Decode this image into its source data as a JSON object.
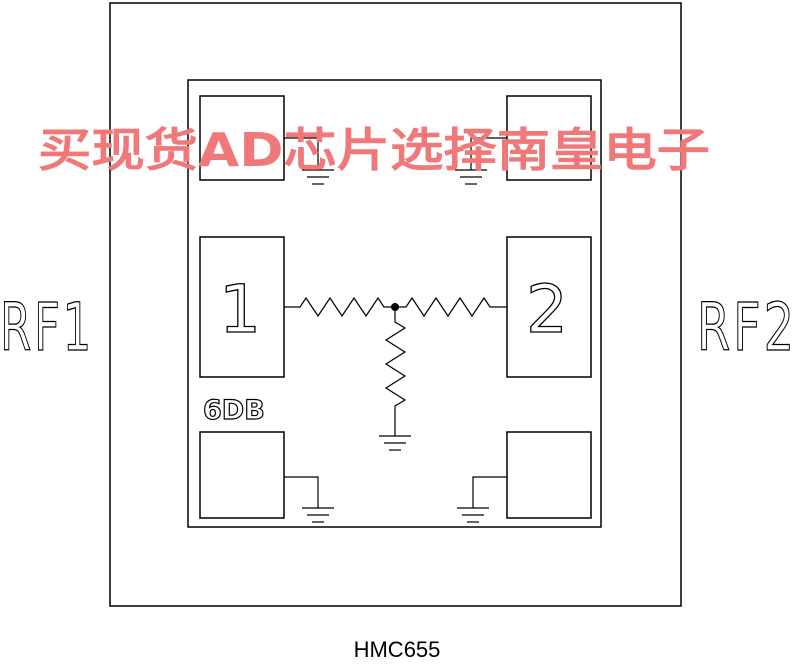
{
  "ports": {
    "left": "RF1",
    "right": "RF2"
  },
  "pins": {
    "pin1": "1",
    "pin2": "2"
  },
  "attenuation_label": "6DB",
  "part_number": "HMC655",
  "watermark": "买现货AD芯片选择南皇电子"
}
